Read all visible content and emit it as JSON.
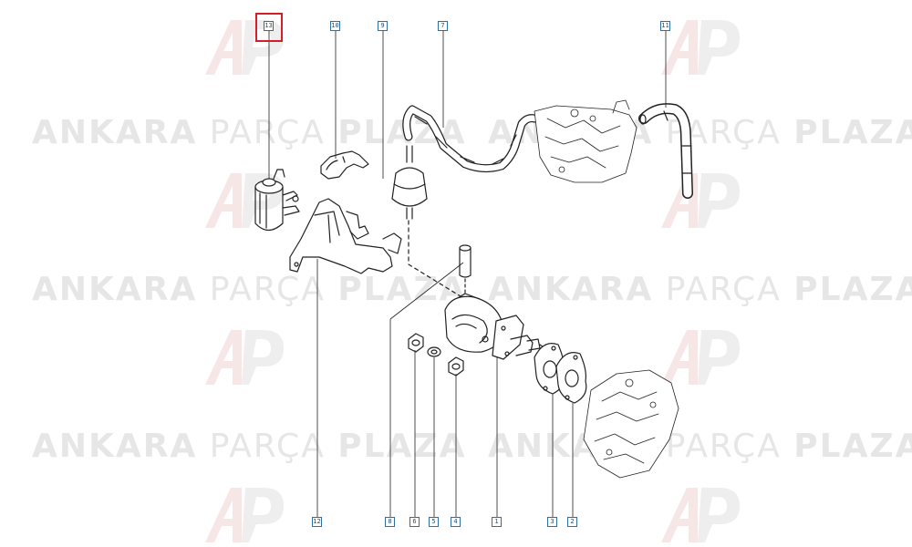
{
  "watermark": {
    "brand_bold": "ANKARA",
    "brand_light": "PARÇA",
    "brand_bold2": "PLAZA",
    "logo_letters": "AP",
    "text_color": "#e6e6e6",
    "logo_colors": [
      "#f6e6e6",
      "#eeeeee"
    ]
  },
  "callouts": [
    {
      "id": "callout-13",
      "label": "13",
      "selected": true
    },
    {
      "id": "callout-10",
      "label": "10"
    },
    {
      "id": "callout-9",
      "label": "9"
    },
    {
      "id": "callout-7",
      "label": "7"
    },
    {
      "id": "callout-11",
      "label": "11"
    },
    {
      "id": "callout-12",
      "label": "12"
    },
    {
      "id": "callout-8",
      "label": "8"
    },
    {
      "id": "callout-6",
      "label": "6"
    },
    {
      "id": "callout-5",
      "label": "5"
    },
    {
      "id": "callout-4",
      "label": "4"
    },
    {
      "id": "callout-1",
      "label": "1"
    },
    {
      "id": "callout-3",
      "label": "3"
    },
    {
      "id": "callout-2",
      "label": "2"
    }
  ],
  "colors": {
    "callout_border": "#2a6fa6",
    "selection": "#d21f2a",
    "line_art": "#222222"
  }
}
